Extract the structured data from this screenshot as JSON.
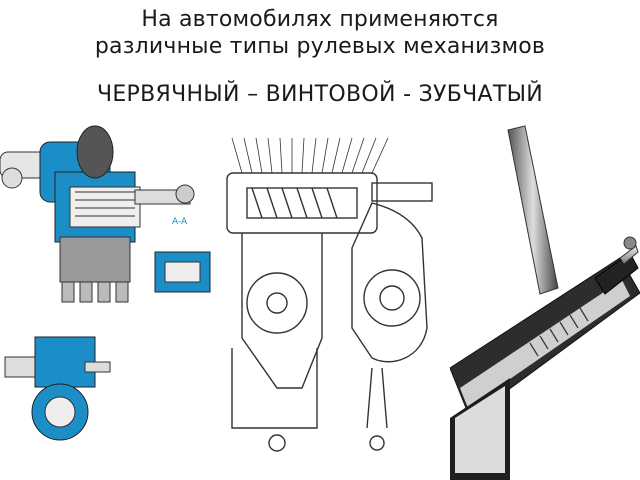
{
  "slide": {
    "title_line1": "На автомобилях применяются",
    "title_line2": "различные типы рулевых механизмов",
    "subtitle": "ЧЕРВЯЧНЫЙ – ВИНТОВОЙ - ЗУБЧАТЫЙ"
  },
  "figures": {
    "worm": {
      "section_label": "A-A"
    },
    "screw": {},
    "rack": {}
  },
  "colors": {
    "accent_blue": "#1c8ec7",
    "line": "#333333",
    "metal": "#8a8a8a"
  }
}
